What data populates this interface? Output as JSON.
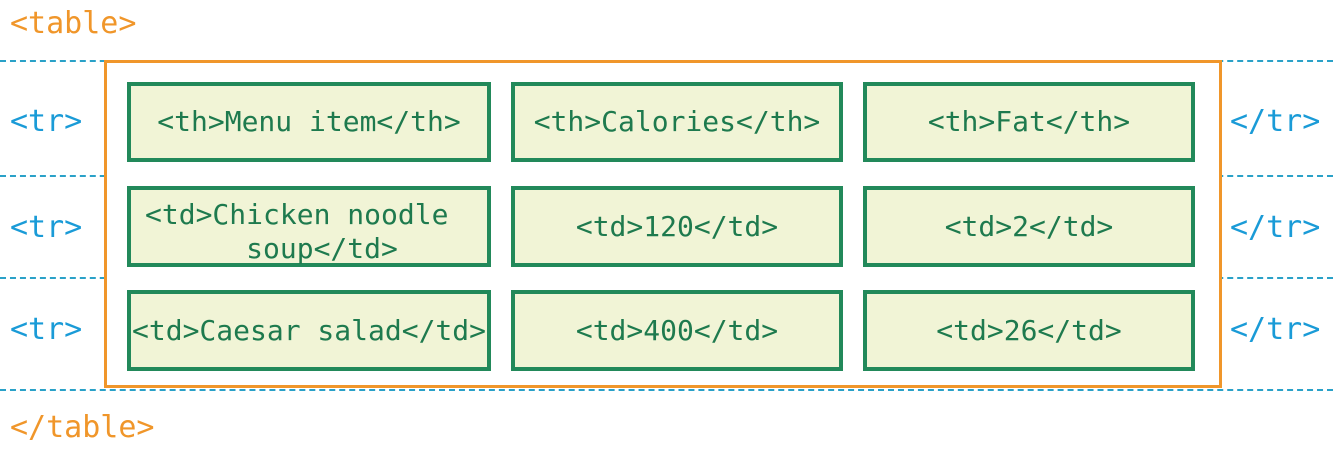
{
  "open_table_tag": "<table>",
  "close_table_tag": "</table>",
  "rows": [
    {
      "open_tag": "<tr>",
      "close_tag": "</tr>",
      "cells": [
        "<th>Menu item</th>",
        "<th>Calories</th>",
        "<th>Fat</th>"
      ]
    },
    {
      "open_tag": "<tr>",
      "close_tag": "</tr>",
      "cells": [
        "<td>Chicken noodle\n   soup</td>",
        "<td>120</td>",
        "<td>2</td>"
      ]
    },
    {
      "open_tag": "<tr>",
      "close_tag": "</tr>",
      "cells": [
        "<td>Caesar salad</td>",
        "<td>400</td>",
        "<td>26</td>"
      ]
    }
  ],
  "colors": {
    "table_tag": "#f0962a",
    "tr_tag": "#1a9bd7",
    "cell_border": "#22895a",
    "cell_fill": "#f1f4d6",
    "cell_text": "#1e7a4e",
    "dashed_line": "#2aa1c8"
  }
}
